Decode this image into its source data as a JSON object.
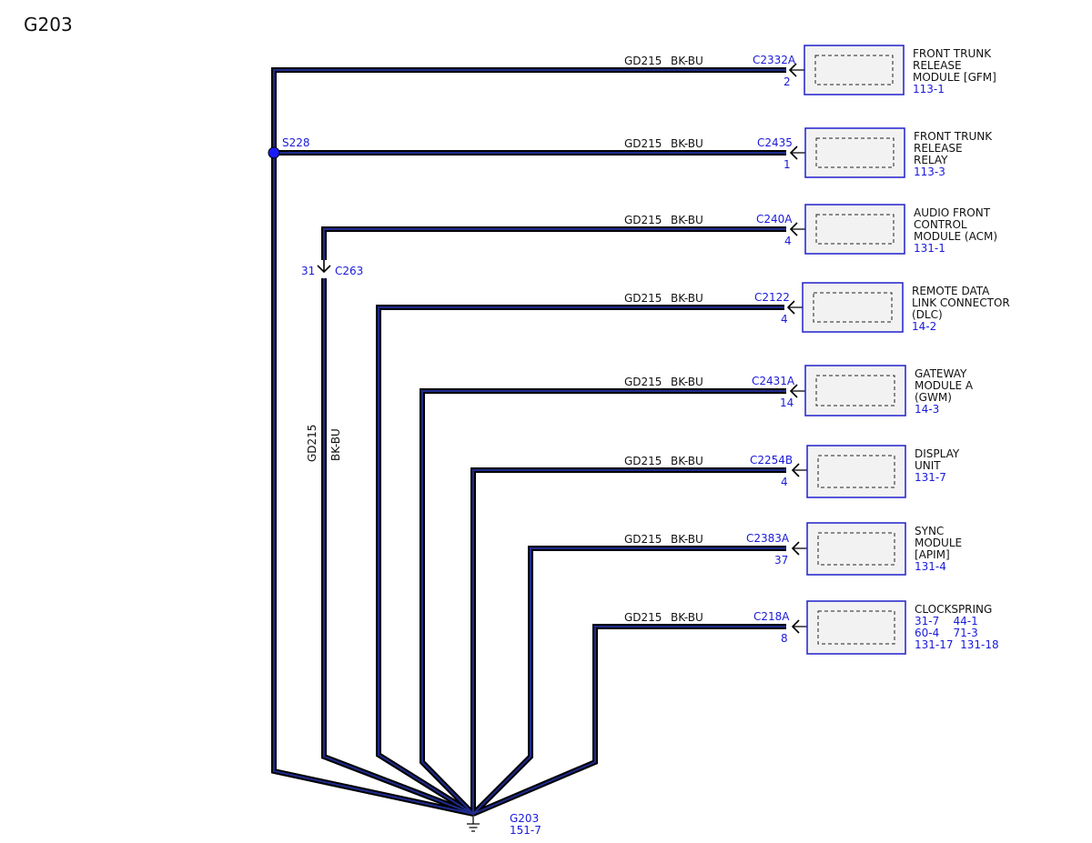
{
  "title": "G203",
  "colors": {
    "wire_outer": "#000000",
    "wire_inner": "#1f2a8c",
    "box_border": "#2020cc",
    "box_fill": "#f2f2f2",
    "ref_text": "#1a1adb",
    "splice": "#1a1aff"
  },
  "splice": {
    "label": "S228"
  },
  "inline_connector": {
    "label": "C263",
    "pin": "31",
    "circuit": "GD215",
    "color": "BK-BU"
  },
  "ground": {
    "label": "G203",
    "ref": "151-7",
    "symbol": "ground-icon"
  },
  "branches": [
    {
      "circuit": "GD215",
      "color": "BK-BU",
      "connector": "C2332A",
      "pin": "2",
      "component": [
        "FRONT TRUNK",
        "RELEASE",
        "MODULE [GFM]"
      ],
      "refs": [
        "113-1"
      ]
    },
    {
      "circuit": "GD215",
      "color": "BK-BU",
      "connector": "C2435",
      "pin": "1",
      "component": [
        "FRONT TRUNK",
        "RELEASE",
        "RELAY"
      ],
      "refs": [
        "113-3"
      ]
    },
    {
      "circuit": "GD215",
      "color": "BK-BU",
      "connector": "C240A",
      "pin": "4",
      "component": [
        "AUDIO FRONT",
        "CONTROL",
        "MODULE (ACM)"
      ],
      "refs": [
        "131-1"
      ]
    },
    {
      "circuit": "GD215",
      "color": "BK-BU",
      "connector": "C2122",
      "pin": "4",
      "component": [
        "REMOTE DATA",
        "LINK CONNECTOR",
        "(DLC)"
      ],
      "refs": [
        "14-2"
      ]
    },
    {
      "circuit": "GD215",
      "color": "BK-BU",
      "connector": "C2431A",
      "pin": "14",
      "component": [
        "GATEWAY",
        "MODULE A",
        "(GWM)"
      ],
      "refs": [
        "14-3"
      ]
    },
    {
      "circuit": "GD215",
      "color": "BK-BU",
      "connector": "C2254B",
      "pin": "4",
      "component": [
        "DISPLAY",
        "UNIT"
      ],
      "refs": [
        "131-7"
      ]
    },
    {
      "circuit": "GD215",
      "color": "BK-BU",
      "connector": "C2383A",
      "pin": "37",
      "component": [
        "SYNC",
        "MODULE",
        "[APIM]"
      ],
      "refs": [
        "131-4"
      ]
    },
    {
      "circuit": "GD215",
      "color": "BK-BU",
      "connector": "C218A",
      "pin": "8",
      "component": [
        "CLOCKSPRING"
      ],
      "refs": [
        "31-7    44-1",
        "60-4    71-3",
        "131-17  131-18"
      ]
    }
  ]
}
